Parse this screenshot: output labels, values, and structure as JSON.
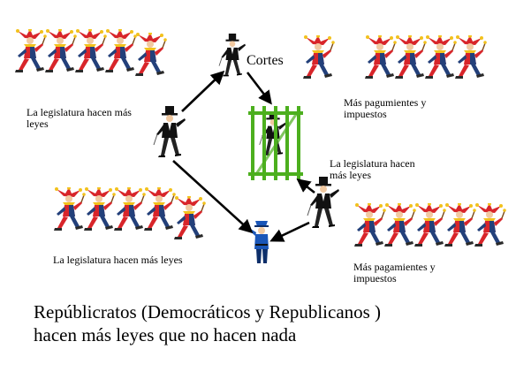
{
  "labels": {
    "cortes": "Cortes",
    "leg_top_left": "La legislatura hacen más leyes",
    "tax_top_right": "Más pagumientes y impuestos",
    "leg_mid_right": "La legislatura hacen más leyes",
    "leg_bottom_left": "La legislatura hacen más leyes",
    "tax_bottom_right": "Más pagamientes y impuestos"
  },
  "caption": {
    "line1": "Repúblicratos (Democráticos y Republicanos )",
    "line2": "hacen más leyes que no hacen nada"
  },
  "colors": {
    "jester_red": "#d8252a",
    "jester_blue": "#23407a",
    "jester_yellow": "#f2c21c",
    "jail_green": "#4caf1e",
    "arrow": "#000000",
    "officer_blue": "#1a56b8"
  },
  "icons": {
    "jester": "running-jester-icon",
    "politician": "tophat-politician-icon",
    "prisoner": "jailed-politician-icon",
    "jail": "jail-bars-icon",
    "officer": "police-officer-icon"
  }
}
